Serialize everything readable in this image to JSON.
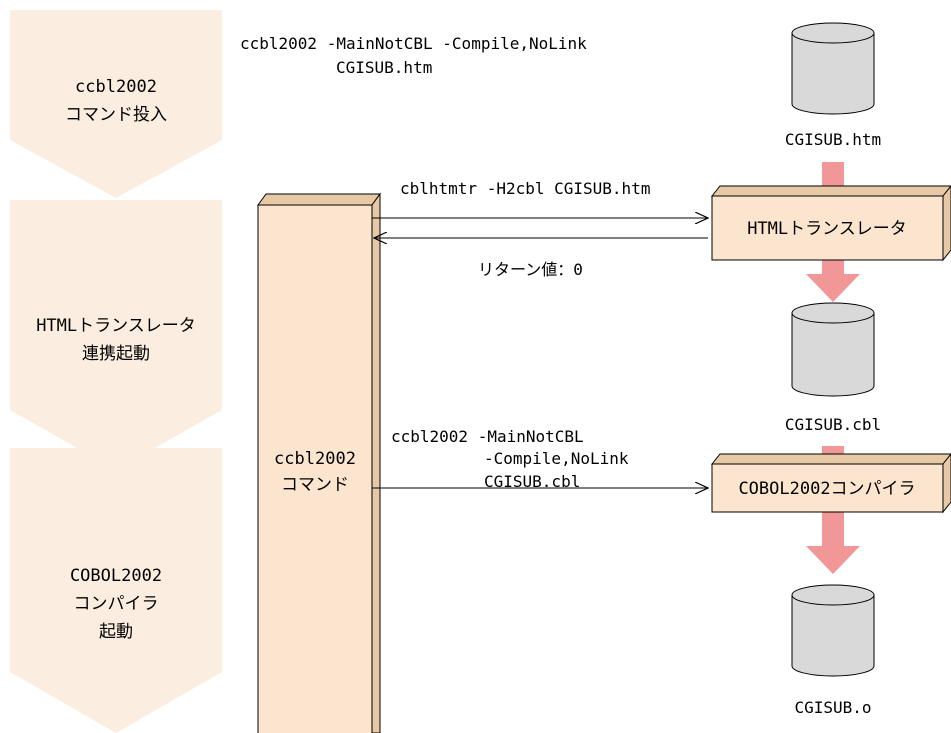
{
  "steps": [
    {
      "line1": "ccbl2002",
      "line2": "コマンド投入",
      "line3": ""
    },
    {
      "line1": "HTMLトランスレータ",
      "line2": "連携起動",
      "line3": ""
    },
    {
      "line1": "COBOL2002",
      "line2": "コンパイラ",
      "line3": "起動"
    }
  ],
  "command_top": {
    "line1": "ccbl2002 -MainNotCBL -Compile,NoLink",
    "line2": "CGISUB.htm"
  },
  "ccbl_box": {
    "line1": "ccbl2002",
    "line2": "コマンド"
  },
  "translator_call": "cblhtmtr -H2cbl CGISUB.htm",
  "return_value": "リターン値：0",
  "compile_call": {
    "line1": "ccbl2002 -MainNotCBL",
    "line2": "-Compile,NoLink",
    "line3": "CGISUB.cbl"
  },
  "translator_box": "HTMLトランスレータ",
  "compiler_box": "COBOL2002コンパイラ",
  "files": [
    "CGISUB.htm",
    "CGISUB.cbl",
    "CGISUB.o"
  ],
  "colors": {
    "box_fill": "#fbe5cf",
    "box_side": "#e8c9a5",
    "step_fill": "#fbeee0",
    "flow_arrow": "#f08c8c",
    "cylinder_fill": "#d9d9d9"
  }
}
